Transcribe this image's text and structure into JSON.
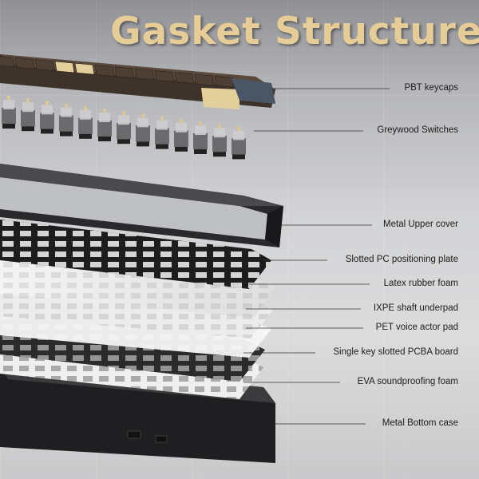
{
  "title": "Gasket Structure",
  "layers": [
    {
      "label": "PBT keycaps"
    },
    {
      "label": "Greywood  Switches"
    },
    {
      "label": "Metal Upper cover"
    },
    {
      "label": "Slotted PC positioning plate"
    },
    {
      "label": "Latex rubber foam"
    },
    {
      "label": "IXPE shaft underpad"
    },
    {
      "label": "PET voice actor pad"
    },
    {
      "label": "Single key slotted PCBA board"
    },
    {
      "label": "EVA soundproofing foam"
    },
    {
      "label": "Metal Bottom case"
    }
  ],
  "colors": {
    "title": "#e6cd98",
    "keycap_brown": "#4d3f34",
    "keycap_cream": "#e2cf9b",
    "keycap_navy": "#4a5566",
    "metal_dark": "#262628"
  }
}
